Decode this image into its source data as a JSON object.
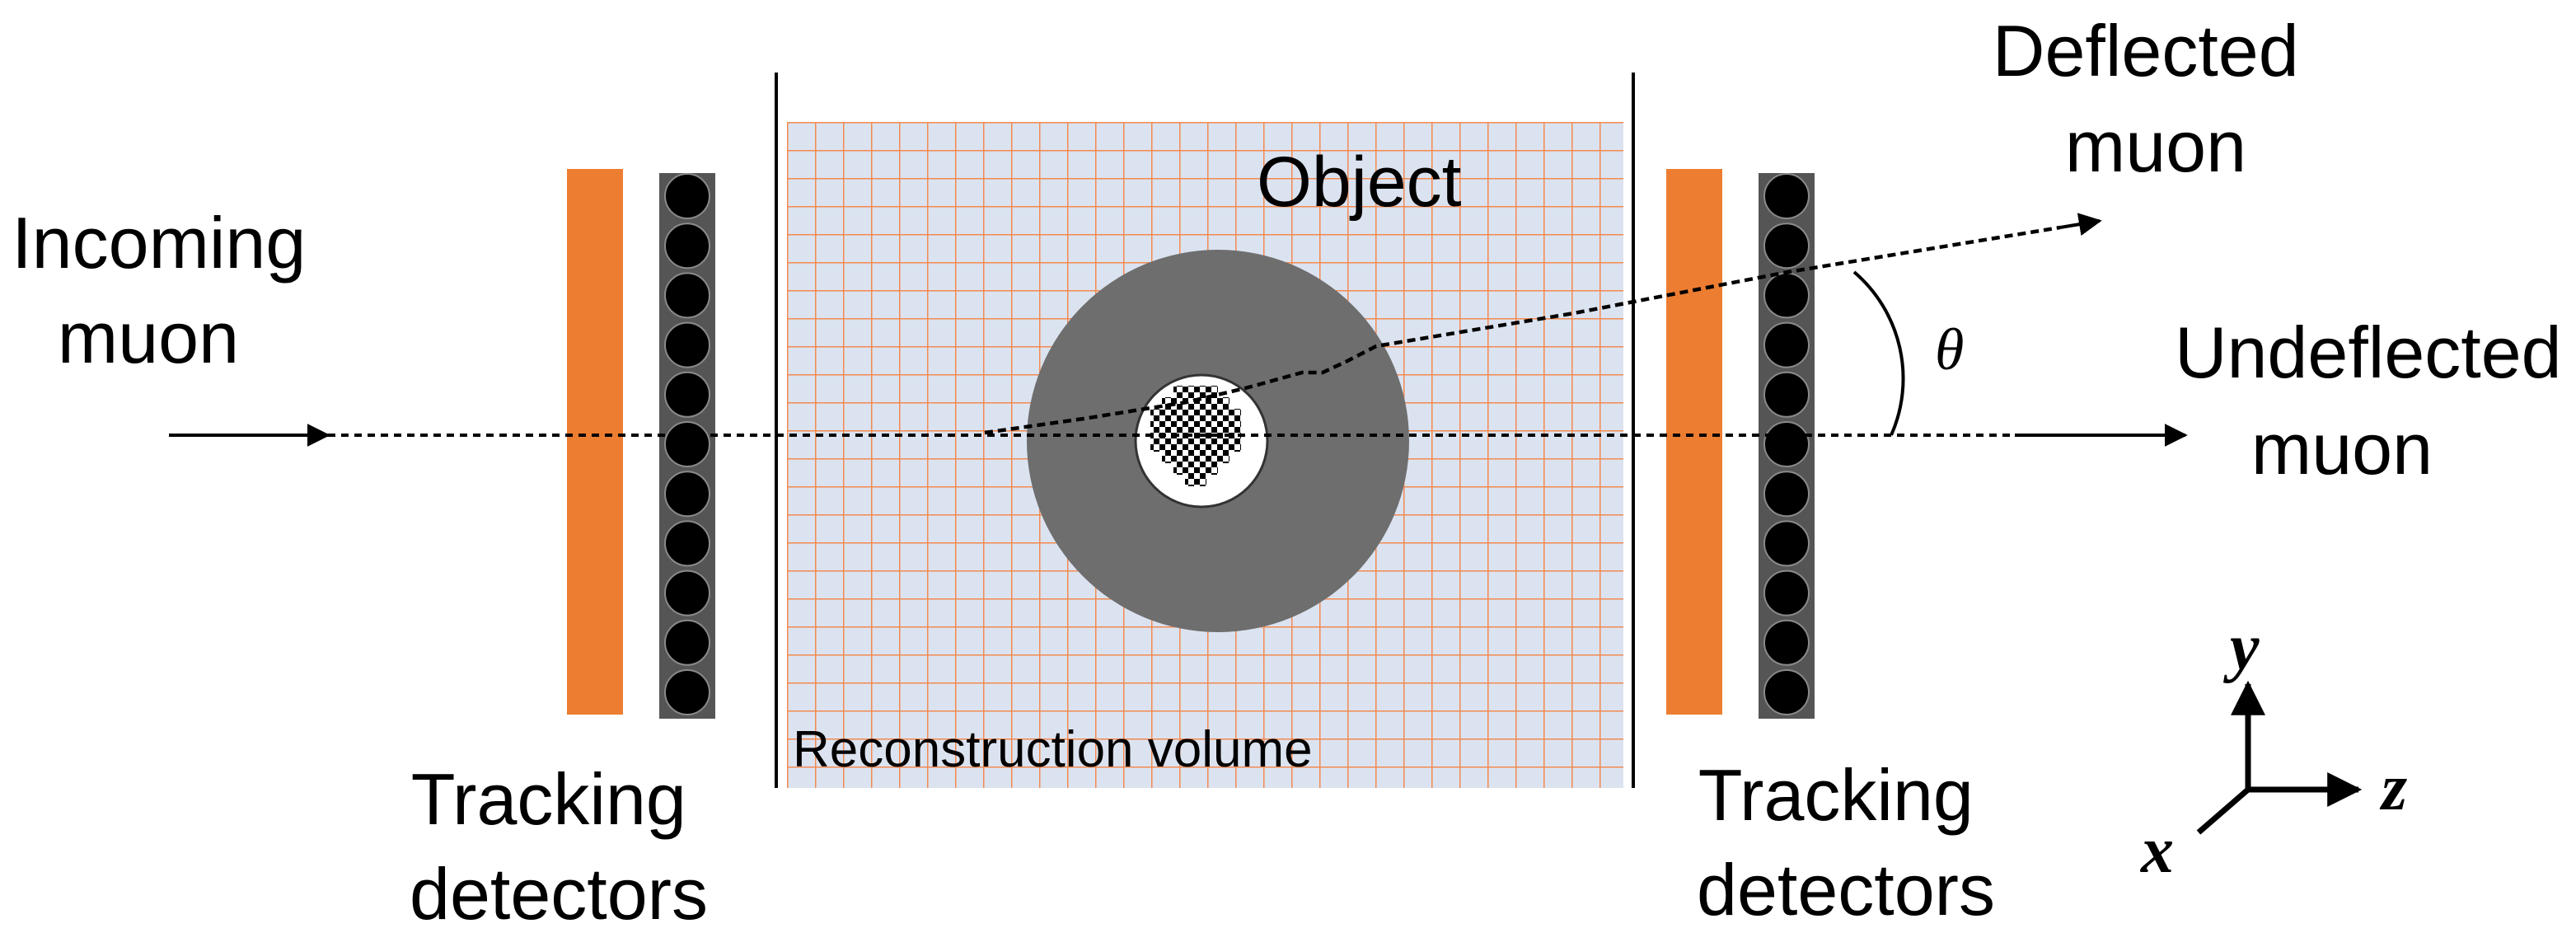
{
  "labels": {
    "incoming": [
      "Incoming",
      "muon"
    ],
    "deflected": [
      "Deflected",
      "muon"
    ],
    "undeflected": [
      "Undeflected",
      "muon"
    ],
    "object": "Object",
    "reconstruction": "Reconstruction volume",
    "tracking_left": [
      "Tracking",
      "detectors"
    ],
    "tracking_right": [
      "Tracking",
      "detectors"
    ],
    "angle": "θ",
    "axes": {
      "x": "x",
      "y": "y",
      "z": "z"
    }
  },
  "colors": {
    "scintillator": "#ED7D31",
    "detector_frame": "#555555",
    "detector_cell": "#000000",
    "volume_fill": "#DCE3F0",
    "grid_line": "#F28A50",
    "object_shell": "#6E6E6E",
    "object_core": "#FFFFFF"
  }
}
